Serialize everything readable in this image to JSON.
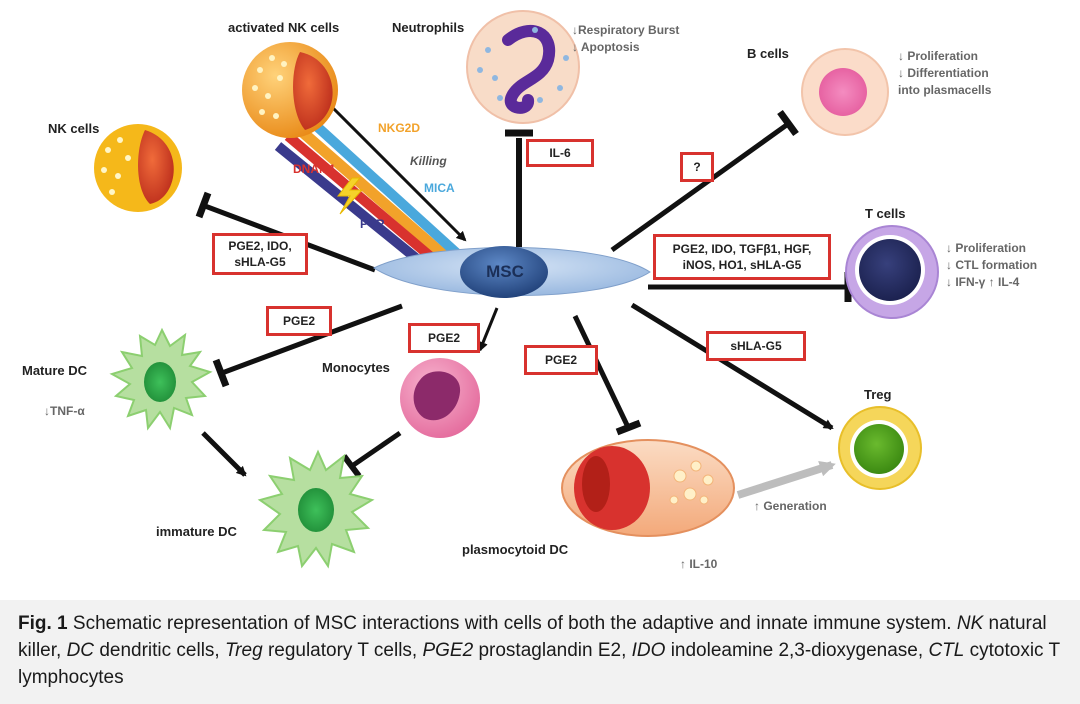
{
  "center": {
    "label": "MSC"
  },
  "cells": {
    "activated_nk": "activated NK cells",
    "neutrophils": "Neutrophils",
    "b_cells": "B cells",
    "nk_cells": "NK cells",
    "t_cells": "T cells",
    "mature_dc": "Mature DC",
    "monocytes": "Monocytes",
    "treg": "Treg",
    "immature_dc": "immature DC",
    "plasmacytoid_dc": "plasmocytoid DC"
  },
  "receptors": {
    "nkg2d": "NKG2D",
    "killing": "Killing",
    "dnam1": "DNAM1",
    "mica": "MICA",
    "pvr": "PVR"
  },
  "effects": {
    "neutrophils": [
      "↓Respiratory Burst",
      "↓ Apoptosis"
    ],
    "b_cells": [
      "↓ Proliferation",
      "↓ Differentiation",
      "into plasmacells"
    ],
    "t_cells": [
      "↓ Proliferation",
      "↓ CTL formation",
      "↓ IFN-γ   ↑ IL-4"
    ],
    "mature_dc": "↓TNF-α",
    "generation": "↑ Generation",
    "il10": "↑ IL-10"
  },
  "mediators": {
    "il6": "IL-6",
    "unknown": "?",
    "nk_line1": "PGE2, IDO,",
    "nk_line2": "sHLA-G5",
    "t_line1": "PGE2, IDO, TGFβ1, HGF,",
    "t_line2": "iNOS, HO1, sHLA-G5",
    "pge2_dc": "PGE2",
    "pge2_mono": "PGE2",
    "pge2_pdc": "PGE2",
    "shla": "sHLA-G5"
  },
  "caption": {
    "label": "Fig. 1",
    "text": "Schematic representation of MSC interactions with cells of both the adaptive and innate immune system.",
    "abbr": [
      {
        "term": "NK",
        "def": "natural killer,"
      },
      {
        "term": "DC",
        "def": "dendritic cells,"
      },
      {
        "term": "Treg",
        "def": "regulatory T cells,"
      },
      {
        "term": "PGE2",
        "def": "prostaglandin E2,"
      },
      {
        "term": "IDO",
        "def": "indoleamine 2,3-dioxygenase,"
      },
      {
        "term": "CTL",
        "def": "cytotoxic T lymphocytes"
      }
    ]
  },
  "colors": {
    "inhibition_line": "#111111",
    "mediator_box_border": "#d8322e",
    "msc_body": "#a9c4e6",
    "msc_nucleus": "#2c5a9c",
    "nkg2d": "#f2a22a",
    "dnam1": "#d8322e",
    "mica": "#4aa8dc",
    "pvr": "#3a3a8c",
    "generation_arrow": "#bdbdbd"
  },
  "icons": [
    "msc-cell",
    "nk-cell",
    "neutrophil",
    "b-cell",
    "t-cell",
    "dendritic-cell",
    "monocyte",
    "treg-cell",
    "plasmacytoid-dc",
    "lightning-bolt-icon"
  ]
}
